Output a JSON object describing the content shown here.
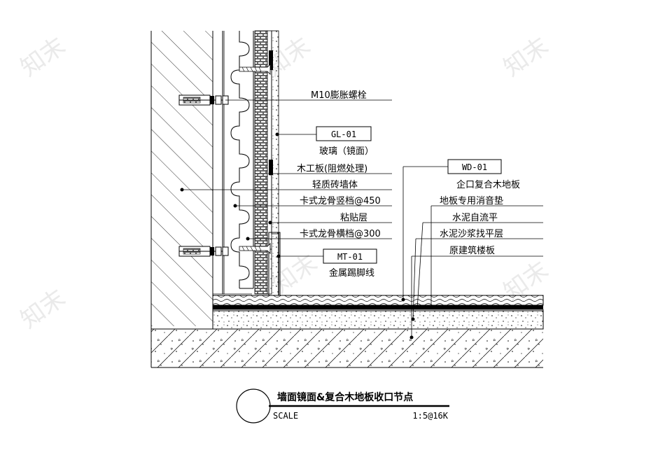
{
  "watermark": "知末",
  "labels": {
    "bolt": "M10膨胀螺栓",
    "gl_code": "GL-01",
    "glass": "玻璃（镜面）",
    "woodboard": "木工板(阻燃处理)",
    "brickwall": "轻质砖墙体",
    "keel_vertical": "卡式龙骨竖档@450",
    "adhesive": "粘贴层",
    "keel_horizontal": "卡式龙骨横档@300",
    "mt_code": "MT-01",
    "skirting": "金属踢脚线",
    "wd_code": "WD-01",
    "floor": "企口复合木地板",
    "underlay": "地板专用消音垫",
    "selflevel": "水泥自流平",
    "screed": "水泥沙浆找平层",
    "structure": "原建筑楼板"
  },
  "title_block": {
    "title": "墙面镜面&复合木地板收口节点",
    "scale_label": "SCALE",
    "scale_value": "1:5@16K"
  }
}
